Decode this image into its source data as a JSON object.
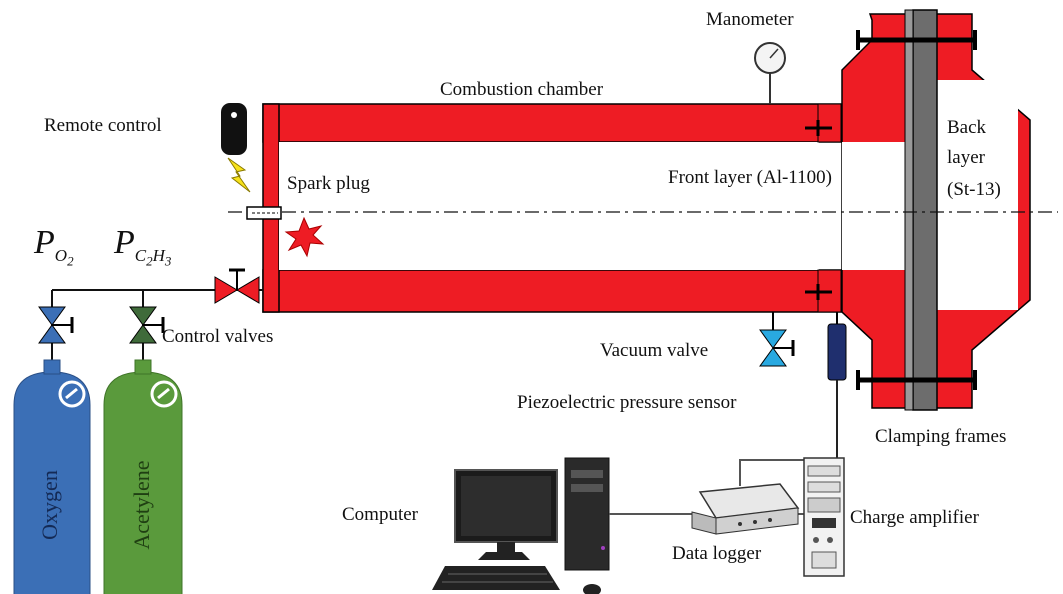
{
  "labels": {
    "manometer": "Manometer",
    "combustion_chamber": "Combustion chamber",
    "remote_control": "Remote control",
    "spark_plug": "Spark plug",
    "front_layer": "Front layer (Al-1100)",
    "back_layer_1": "Back",
    "back_layer_2": "layer",
    "back_layer_3": "(St-13)",
    "control_valves": "Control valves",
    "vacuum_valve": "Vacuum valve",
    "piezo_sensor": "Piezoelectric pressure sensor",
    "clamping_frames": "Clamping frames",
    "computer": "Computer",
    "charge_amplifier": "Charge amplifier",
    "data_logger": "Data logger"
  },
  "pressure_labels": {
    "oxygen": {
      "symbol": "P",
      "sub": "O",
      "subsub": "2"
    },
    "acetylene": {
      "symbol": "P",
      "sub": "C",
      "subsub1": "2",
      "sub2": "H",
      "subsub2": "3"
    }
  },
  "cylinders": {
    "oxygen": "Oxygen",
    "acetylene": "Acetylene"
  },
  "colors": {
    "chamber_red": "#ee1c24",
    "oxygen_blue": "#3b6fb6",
    "acetylene_green": "#5a9a3c",
    "frame_gray": "#6d6d6d",
    "vacuum_valve": "#29a9e1",
    "sensor_navy": "#1f2f6e"
  }
}
